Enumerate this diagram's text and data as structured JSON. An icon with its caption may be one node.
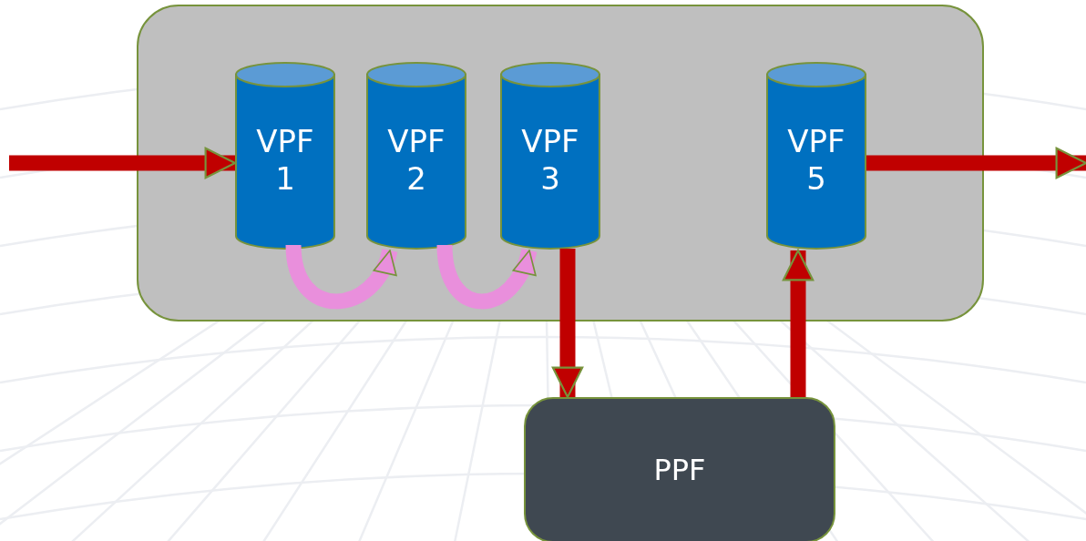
{
  "diagram": {
    "nodes": [
      {
        "text": [],
        "shape": "box"
      },
      {
        "text": [
          "VPF 1"
        ],
        "in": 0
      },
      {
        "text": [
          "VPF 2"
        ],
        "in": 0
      },
      {
        "text": [
          "VPF 3"
        ],
        "in": 0
      },
      {
        "text": [
          "VPF 5"
        ],
        "in": 0
      },
      {
        "text": [
          "PPF"
        ]
      }
    ],
    "edges": [
      {
        "from": null,
        "to": 1,
        "arrow": "to"
      },
      {
        "from": 1,
        "to": 2,
        "arrow": "to",
        "color": "#e98fdc"
      },
      {
        "from": 2,
        "to": 3,
        "arrow": "to",
        "color": "#e98fdc"
      },
      {
        "from": 3,
        "to": 5,
        "arrow": "to"
      },
      {
        "from": 5,
        "to": 4,
        "arrow": "to"
      },
      {
        "from": 4,
        "to": null,
        "arrow": "to"
      }
    ]
  }
}
